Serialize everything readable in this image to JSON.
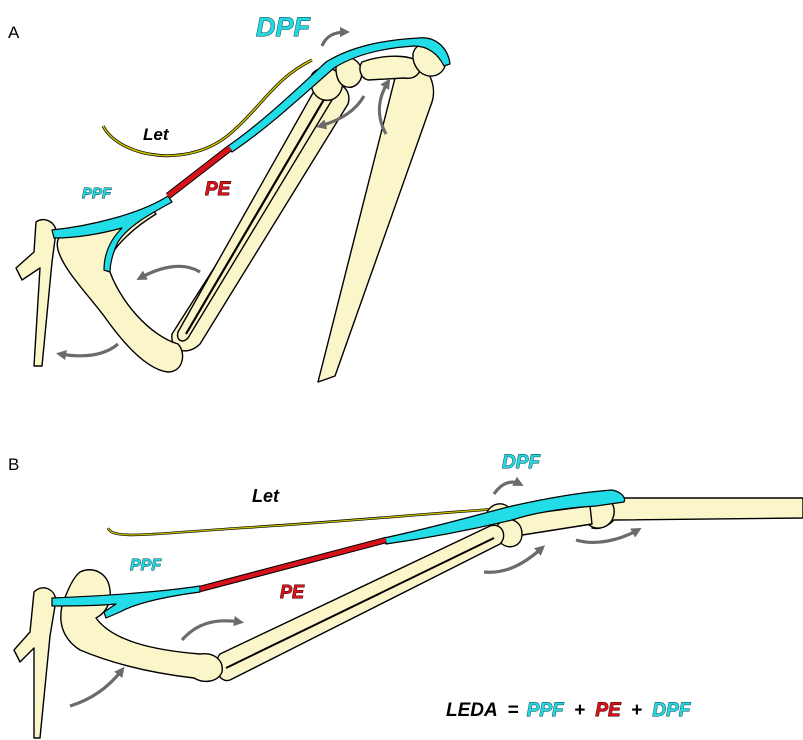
{
  "panels": {
    "a": {
      "letter": "A",
      "labels": {
        "dpf": "DPF",
        "let": "Let",
        "ppf": "PPF",
        "pe": "PE"
      }
    },
    "b": {
      "letter": "B",
      "labels": {
        "dpf": "DPF",
        "let": "Let",
        "ppf": "PPF",
        "pe": "PE"
      }
    }
  },
  "equation": {
    "lhs": "LEDA",
    "equals": "=",
    "term1": "PPF",
    "plus1": "+",
    "term2": "PE",
    "plus2": "+",
    "term3": "DPF"
  },
  "colors": {
    "tendon": "#22dde8",
    "pe_muscle": "#d8121a",
    "bone": "#fbf6c9",
    "let_ligament": "#c8c000",
    "arrow": "#6b6b6b"
  }
}
